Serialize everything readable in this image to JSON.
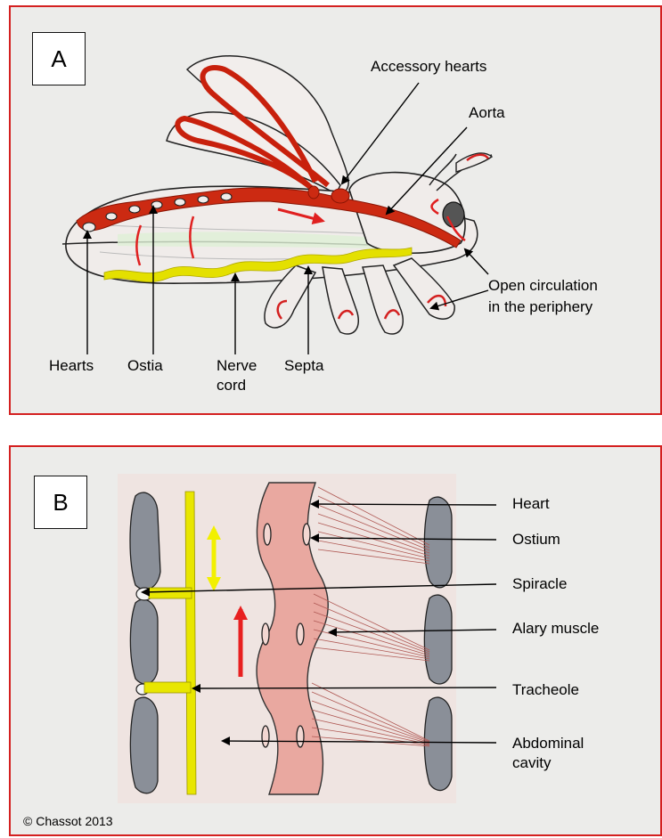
{
  "panel_a": {
    "letter": "A",
    "labels": {
      "accessory_hearts": "Accessory hearts",
      "aorta": "Aorta",
      "open_circulation_1": "Open circulation",
      "open_circulation_2": "in the periphery",
      "hearts": "Hearts",
      "ostia": "Ostia",
      "nerve_cord_1": "Nerve",
      "nerve_cord_2": "cord",
      "septa": "Septa"
    }
  },
  "panel_b": {
    "letter": "B",
    "labels": {
      "heart": "Heart",
      "ostium": "Ostium",
      "spiracle": "Spiracle",
      "alary_muscle": "Alary muscle",
      "tracheole": "Tracheole",
      "abdominal_cavity_1": "Abdominal",
      "abdominal_cavity_2": "cavity"
    }
  },
  "copyright": "© Chassot 2013",
  "colors": {
    "frame": "#d42020",
    "panel_bg": "#ececea",
    "blood": "#cc2a12",
    "nerve": "#e4e000",
    "trachea": "#e8e600",
    "heart_tube": "#e9a8a0"
  }
}
